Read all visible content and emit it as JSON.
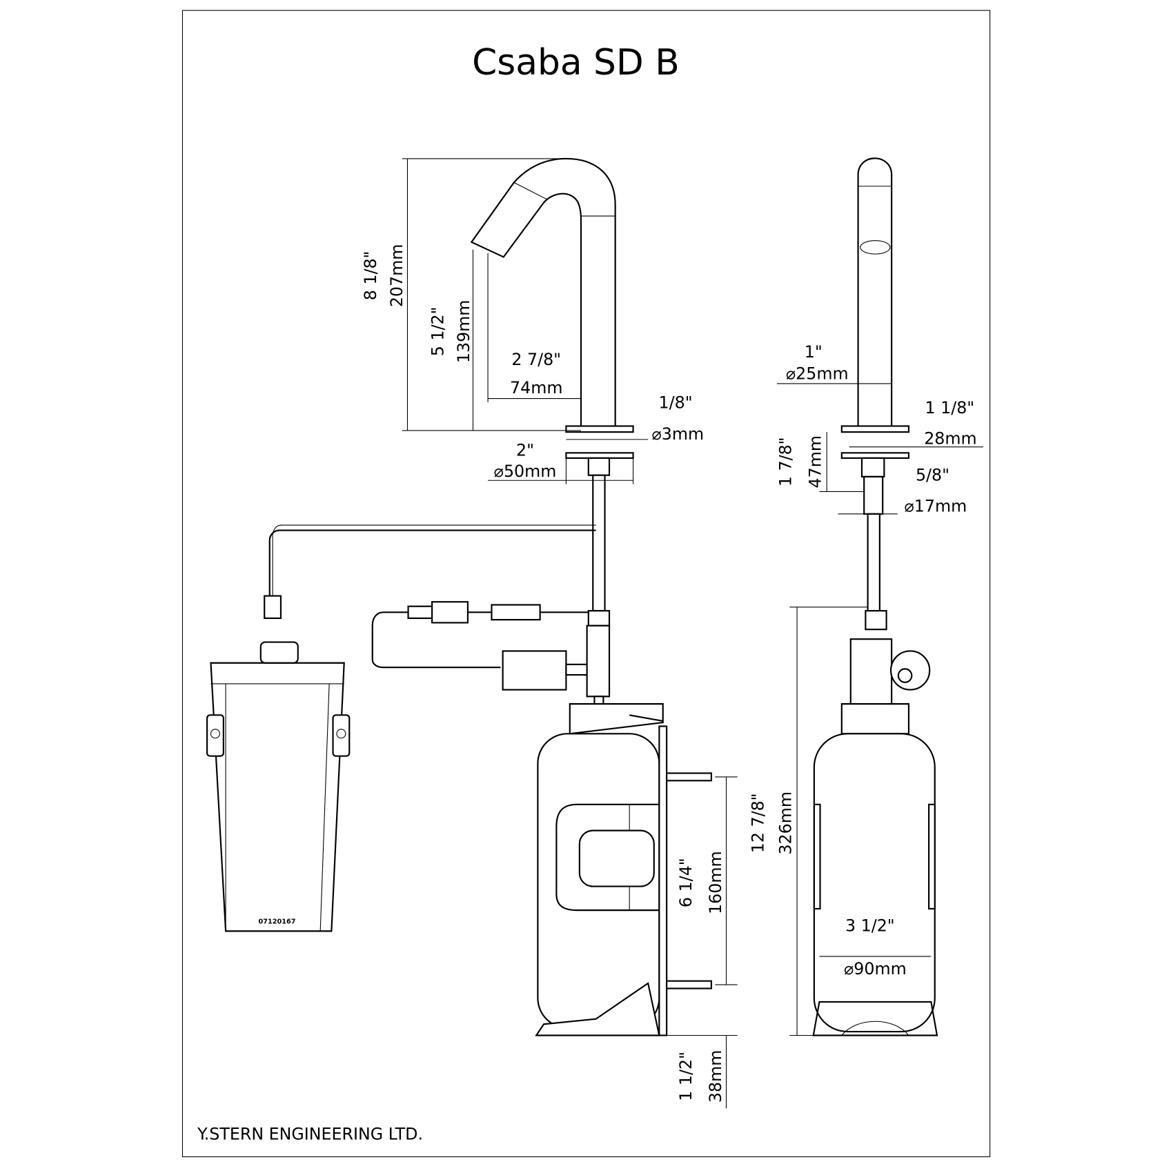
{
  "title": "Csaba SD B",
  "company": "Y.STERN ENGINEERING LTD.",
  "serial_label": "07120167",
  "dimensions": {
    "total_height": {
      "imperial": "8 1/8\"",
      "metric": "207mm"
    },
    "spout_height": {
      "imperial": "5 1/2\"",
      "metric": "139mm"
    },
    "spout_reach": {
      "imperial": "2 7/8\"",
      "metric": "74mm"
    },
    "hole": {
      "imperial": "1/8\"",
      "metric": "⌀3mm"
    },
    "base_diameter": {
      "imperial": "2\"",
      "metric": "⌀50mm"
    },
    "spout_diameter": {
      "imperial": "1\"",
      "metric": "⌀25mm"
    },
    "plate_width": {
      "imperial": "1 1/8\"",
      "metric": "28mm"
    },
    "deck_thickness": {
      "imperial": "1 7/8\"",
      "metric": "47mm"
    },
    "shank_diameter": {
      "imperial": "5/8\"",
      "metric": "⌀17mm"
    },
    "unit_height": {
      "imperial": "12 7/8\"",
      "metric": "326mm"
    },
    "fitting_spacing": {
      "imperial": "6 1/4\"",
      "metric": "160mm"
    },
    "tank_diameter": {
      "imperial": "3 1/2\"",
      "metric": "⌀90mm"
    },
    "bottom_offset": {
      "imperial": "1 1/2\"",
      "metric": "38mm"
    }
  }
}
